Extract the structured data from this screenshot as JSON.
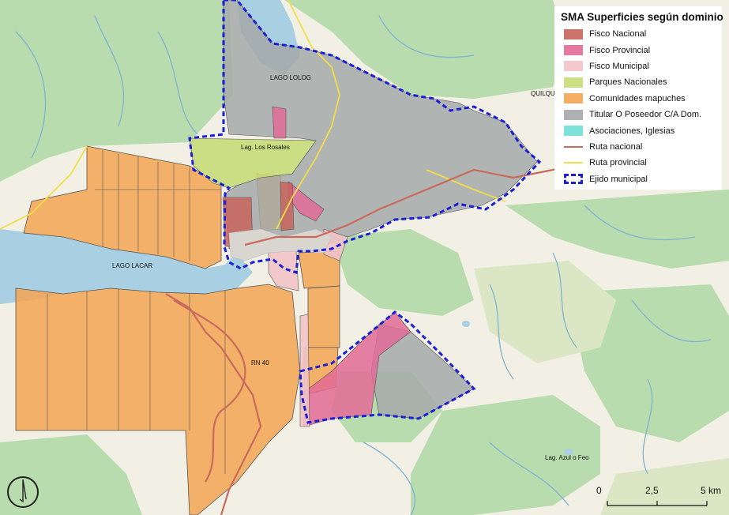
{
  "legend": {
    "title": "SMA Superficies según dominio",
    "items": [
      {
        "label": "Fisco Nacional",
        "kind": "fill",
        "color": "#c8645a"
      },
      {
        "label": "Fisco Provincial",
        "kind": "fill",
        "color": "#e26b97"
      },
      {
        "label": "Fisco Municipal",
        "kind": "fill",
        "color": "#f2c3c8"
      },
      {
        "label": "Parques Nacionales",
        "kind": "fill",
        "color": "#c6dc78"
      },
      {
        "label": "Comunidades mapuches",
        "kind": "fill",
        "color": "#f3a452"
      },
      {
        "label": "Titular O Poseedor C/A Dom.",
        "kind": "fill",
        "color": "#a5a9a9"
      },
      {
        "label": "Asociaciones, Iglesias",
        "kind": "fill",
        "color": "#6fe0d6"
      },
      {
        "label": "Ruta nacional",
        "kind": "line",
        "color": "#c96b5c"
      },
      {
        "label": "Ruta provincial",
        "kind": "line",
        "color": "#f2dd4a"
      },
      {
        "label": "Ejido municipal",
        "kind": "dash",
        "color": "#1a1fd6"
      }
    ]
  },
  "map_labels": {
    "lago_lolog": "LAGO LOLOG",
    "lago_lacar": "LAGO LACAR",
    "lag_rosales": "Lag. Los Rosales",
    "quilquihue": "QUILQUI",
    "lag_azul": "Lag. Azul o Feo",
    "route": "RN 40"
  },
  "scale": {
    "zero": "0",
    "mid": "2,5",
    "end": "5 km"
  },
  "colors": {
    "water": "#a9d0e2",
    "forest": "#b8dcae",
    "land": "#f2efe4",
    "ejido": "#1a1fd6"
  },
  "icons": {
    "north_arrow": "north-arrow-icon"
  }
}
